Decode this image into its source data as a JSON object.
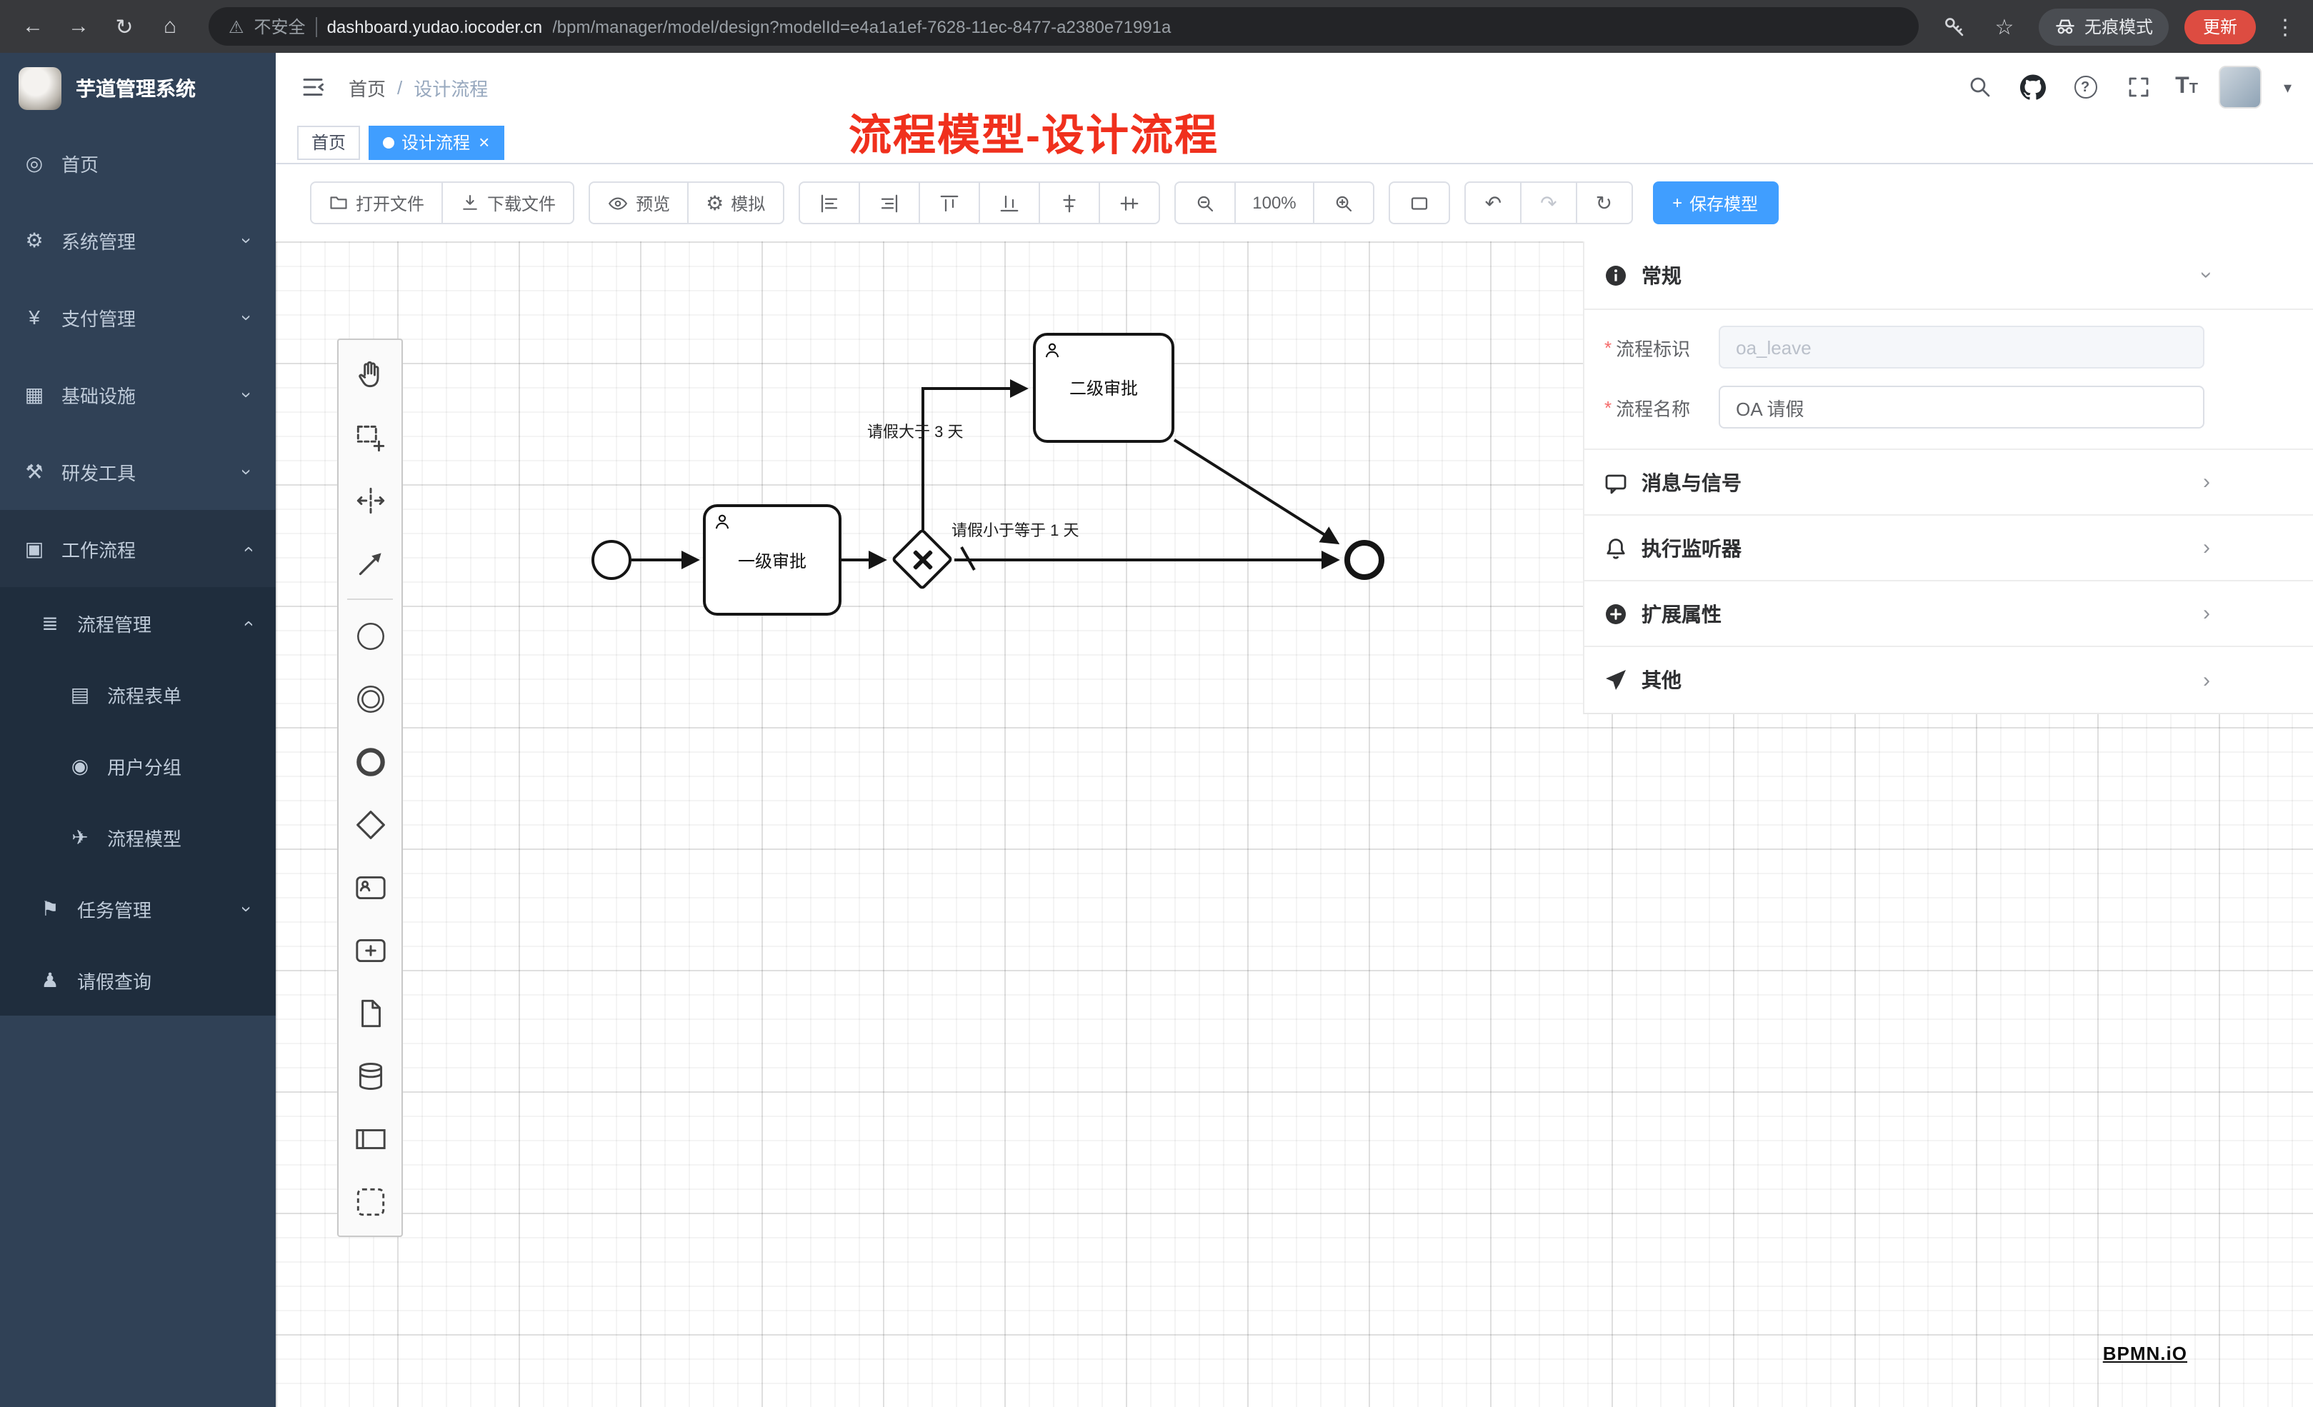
{
  "icons": {
    "back": "←",
    "forward": "→",
    "reload": "↻",
    "home": "⌂",
    "warning": "⚠",
    "star": "☆",
    "dots": "⋮",
    "close": "×",
    "chevron": "›",
    "caret": "▾",
    "undo": "↶",
    "redo": "↷",
    "refresh": "↻",
    "plus": "+",
    "question": "?",
    "gear": "⚙",
    "font_size": "T"
  },
  "browser": {
    "security": "不安全",
    "url_host": "dashboard.yudao.iocoder.cn",
    "url_rest": "/bpm/manager/model/design?modelId=e4a1a1ef-7628-11ec-8477-a2380e71991a",
    "incognito": "无痕模式",
    "update": "更新"
  },
  "sidebar": {
    "title": "芋道管理系统",
    "items": [
      {
        "label": "首页",
        "icon": "◎"
      },
      {
        "label": "系统管理",
        "icon": "⚙"
      },
      {
        "label": "支付管理",
        "icon": "¥"
      },
      {
        "label": "基础设施",
        "icon": "▦"
      },
      {
        "label": "研发工具",
        "icon": "⚒"
      },
      {
        "label": "工作流程",
        "icon": "▣"
      },
      {
        "label": "流程管理",
        "icon": "≣"
      },
      {
        "label": "流程表单",
        "icon": "▤"
      },
      {
        "label": "用户分组",
        "icon": "◉"
      },
      {
        "label": "流程模型",
        "icon": "✈"
      },
      {
        "label": "任务管理",
        "icon": "⚑"
      },
      {
        "label": "请假查询",
        "icon": "♟"
      }
    ]
  },
  "header": {
    "breadcrumb_home": "首页",
    "breadcrumb_sep": "/",
    "breadcrumb_current": "设计流程",
    "annotation": "流程模型-设计流程"
  },
  "tabs": [
    {
      "label": "首页"
    },
    {
      "label": "设计流程"
    }
  ],
  "toolbar": {
    "open": "打开文件",
    "download": "下载文件",
    "preview": "预览",
    "simulate": "模拟",
    "zoom_level": "100%",
    "save": "保存模型"
  },
  "diagram": {
    "task1": "一级审批",
    "task2": "二级审批",
    "flow_label_gt": "请假大于 3 天",
    "flow_label_le": "请假小于等于 1 天",
    "watermark": "BPMN.iO"
  },
  "panel": {
    "required_mark": "*",
    "general": {
      "title": "常规",
      "field1_label": "流程标识",
      "field1_value": "oa_leave",
      "field2_label": "流程名称",
      "field2_value": "OA 请假"
    },
    "sections": [
      {
        "label": "消息与信号"
      },
      {
        "label": "执行监听器"
      },
      {
        "label": "扩展属性"
      },
      {
        "label": "其他"
      }
    ]
  }
}
